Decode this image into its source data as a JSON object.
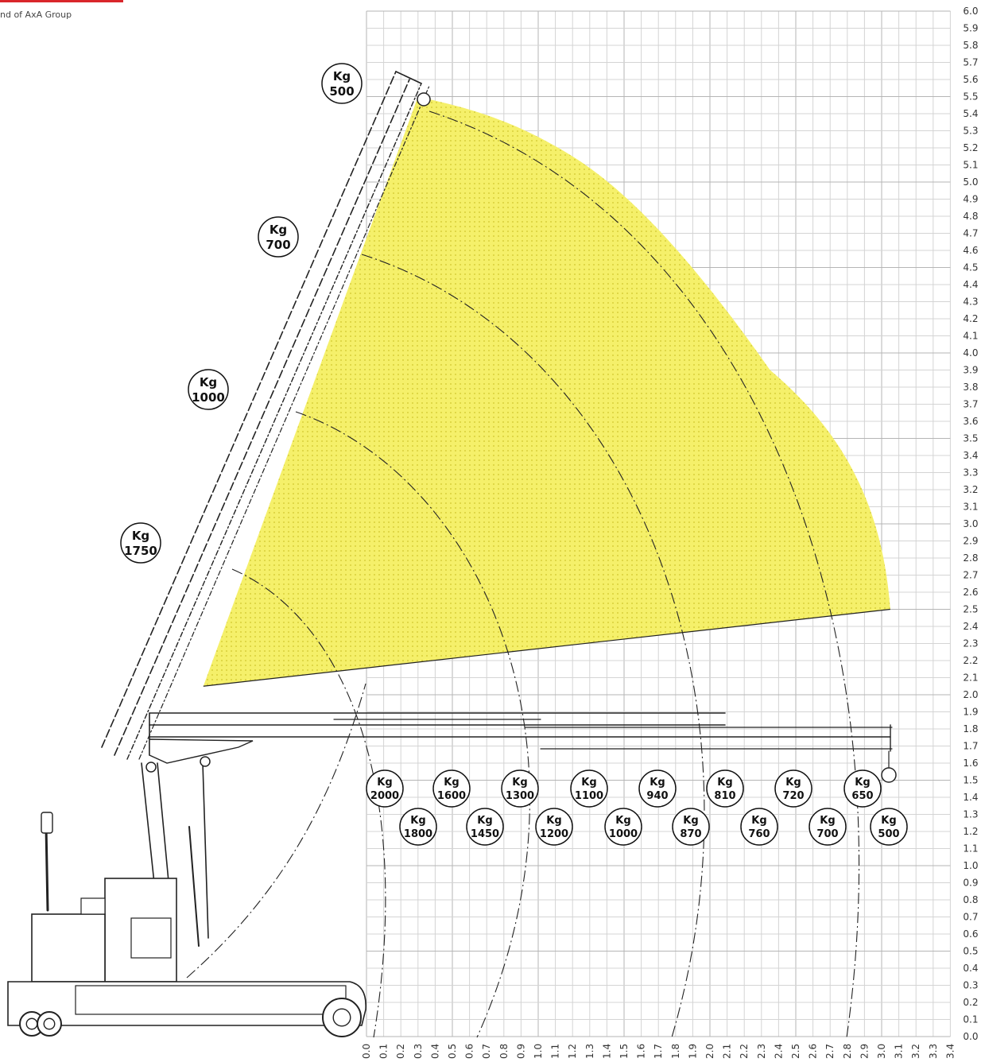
{
  "brand": {
    "tagline": "nd of AxA Group",
    "accent_color": "#d9262b"
  },
  "chart_data": {
    "type": "load-chart",
    "x_axis": {
      "min": 0.0,
      "max": 3.4,
      "step": 0.1,
      "unit": "m"
    },
    "y_axis": {
      "min": 0.0,
      "max": 6.0,
      "step": 0.1,
      "unit": "m"
    },
    "grid": true,
    "envelope_color": "#f5f06a",
    "envelope_outline": [
      {
        "x": -0.95,
        "y": 2.05
      },
      {
        "x": 3.05,
        "y": 2.5
      },
      {
        "x": 2.35,
        "y": 3.9
      },
      {
        "x": 1.2,
        "y": 5.15
      },
      {
        "x": 0.3,
        "y": 5.5
      },
      {
        "x": -0.95,
        "y": 2.05
      }
    ],
    "boom_raised": {
      "label_groups": [
        {
          "unit": "Kg",
          "value": "500"
        },
        {
          "unit": "Kg",
          "value": "700"
        },
        {
          "unit": "Kg",
          "value": "1000"
        },
        {
          "unit": "Kg",
          "value": "1750"
        }
      ]
    },
    "boom_horizontal": {
      "height": 1.75,
      "reach_max": 3.05,
      "capacities": [
        {
          "unit": "Kg",
          "value": "2000"
        },
        {
          "unit": "Kg",
          "value": "1800"
        },
        {
          "unit": "Kg",
          "value": "1600"
        },
        {
          "unit": "Kg",
          "value": "1450"
        },
        {
          "unit": "Kg",
          "value": "1300"
        },
        {
          "unit": "Kg",
          "value": "1200"
        },
        {
          "unit": "Kg",
          "value": "1100"
        },
        {
          "unit": "Kg",
          "value": "1000"
        },
        {
          "unit": "Kg",
          "value": "940"
        },
        {
          "unit": "Kg",
          "value": "870"
        },
        {
          "unit": "Kg",
          "value": "810"
        },
        {
          "unit": "Kg",
          "value": "760"
        },
        {
          "unit": "Kg",
          "value": "720"
        },
        {
          "unit": "Kg",
          "value": "700"
        },
        {
          "unit": "Kg",
          "value": "650"
        },
        {
          "unit": "Kg",
          "value": "500"
        }
      ]
    }
  }
}
